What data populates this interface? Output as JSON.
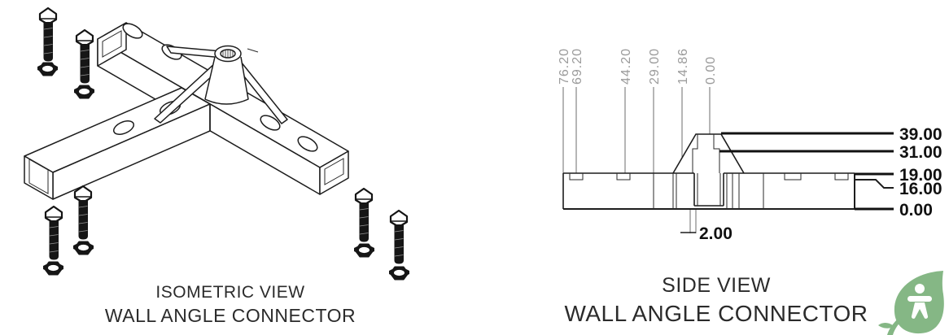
{
  "colors": {
    "background": "#ffffff",
    "line": "#1d1d1d",
    "dim_label_gray": "#9b9b9b",
    "dim_label_black": "#111111",
    "caption": "#2b2b2b",
    "leaf_green": "#85b785"
  },
  "isometric_view": {
    "caption_line1": "ISOMETRIC VIEW",
    "caption_line2": "WALL ANGLE CONNECTOR",
    "hardware": {
      "bolt_count": 6,
      "nut_count": 6
    }
  },
  "side_view": {
    "caption_line1": "SIDE VIEW",
    "caption_line2": "WALL ANGLE CONNECTOR",
    "top_dimensions": [
      "76.20",
      "69.20",
      "44.20",
      "29.00",
      "14.86",
      "0.00"
    ],
    "right_dimensions": [
      "39.00",
      "31.00",
      "19.00",
      "16.00",
      "0.00"
    ],
    "slot_width_dimension": "2.00"
  },
  "logo": {
    "icon": "leaf-figure-logo"
  }
}
